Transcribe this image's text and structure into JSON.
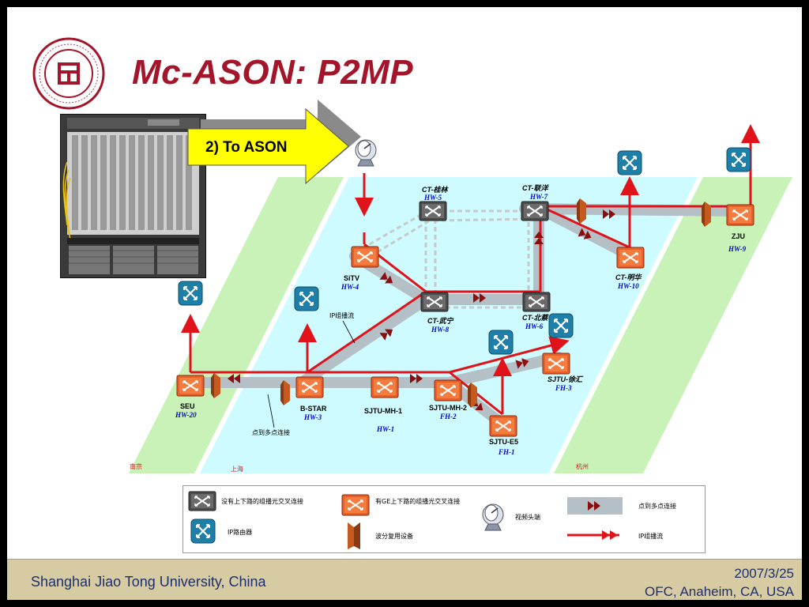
{
  "slide": {
    "title": "Mc-ASON: P2MP",
    "callout": "2) To ASON",
    "footer_left": "Shanghai Jiao Tong University, China",
    "footer_date": "2007/3/25",
    "footer_conf": "OFC, Anaheim, CA, USA"
  },
  "regions": {
    "nanjing": "南京",
    "shanghai": "上海",
    "hangzhou": "杭州"
  },
  "nodes": {
    "ct_guilin": {
      "name": "CT-桂林",
      "hw": "HW-5"
    },
    "ct_lianyang": {
      "name": "CT-联洋",
      "hw": "HW-7"
    },
    "zju": {
      "name": "ZJU",
      "hw": "HW-9"
    },
    "sitv": {
      "name": "SiTV",
      "hw": "HW-4"
    },
    "ct_minghua": {
      "name": "CT-明华",
      "hw": "HW-10"
    },
    "ct_wuning": {
      "name": "CT-武宁",
      "hw": "HW-8"
    },
    "ct_beicai": {
      "name": "CT-北蔡",
      "hw": "HW-6"
    },
    "sjtu_xuhui": {
      "name": "SJTU-徐汇",
      "hw": "FH-3"
    },
    "seu": {
      "name": "SEU",
      "hw": "HW-20"
    },
    "bstar": {
      "name": "B-STAR",
      "hw": "HW-3"
    },
    "sjtu_mh1": {
      "name": "SJTU-MH-1",
      "hw": "HW-1"
    },
    "sjtu_mh2": {
      "name": "SJTU-MH-2",
      "hw": "FH-2"
    },
    "sjtu_e5": {
      "name": "SJTU-E5",
      "hw": "FH-1"
    }
  },
  "annotations": {
    "ip_multicast": "IP组播流",
    "p2mp_connection": "点到多点连接"
  },
  "legend": {
    "oxc_no_adddrop": "没有上下路的组播光交叉连接",
    "oxc_ge_adddrop": "有GE上下路的组播光交叉连接",
    "video_terminal": "视频头端",
    "p2mp_connection": "点到多点连接",
    "ip_router": "IP路由器",
    "wdm_device": "波分复用设备",
    "ip_multicast": "IP组播流"
  },
  "colors": {
    "title": "#a3152a",
    "footer_bg": "#d7cba4",
    "footer_text": "#1d2f6b",
    "region_green": "#c9f2b9",
    "region_cyan": "#cdfbff",
    "callout_yellow": "#ffff00",
    "multicast_red": "#e0131b",
    "oxc_orange": "#e8612a",
    "router_teal": "#1e7fa8"
  },
  "icons": [
    "university-seal-icon",
    "equipment-rack-photo",
    "oxc-switch-icon",
    "oxc-ge-switch-icon",
    "ip-router-icon",
    "video-terminal-icon",
    "wdm-device-icon",
    "p2mp-arrow-icon",
    "multicast-arrow-icon"
  ]
}
